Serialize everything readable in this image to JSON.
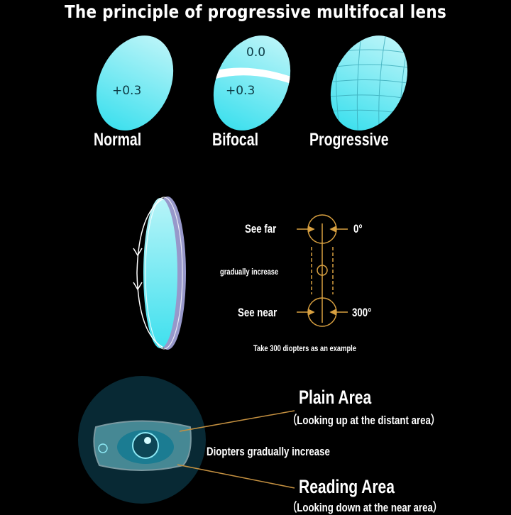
{
  "title": "The principle of progressive multifocal lens",
  "lenses": [
    {
      "label": "Normal",
      "values": [
        "+0.3"
      ]
    },
    {
      "label": "Bifocal",
      "values": [
        "0.0",
        "+0.3"
      ]
    },
    {
      "label": "Progressive",
      "values": []
    }
  ],
  "diagram": {
    "see_far": "See far",
    "see_near": "See near",
    "gradually": "gradually increase",
    "far_degree": "0°",
    "near_degree": "300°",
    "example": "Take 300 diopters as an example"
  },
  "eye_section": {
    "plain_title": "Plain Area",
    "plain_sub": "（Looking up at the distant area）",
    "middle": "Diopters gradually increase",
    "reading_title": "Reading Area",
    "reading_sub": "（Looking down at the near area）"
  },
  "colors": {
    "lens_cyan": "#5fe6f0",
    "gold": "#d8a040",
    "background": "#000000"
  }
}
